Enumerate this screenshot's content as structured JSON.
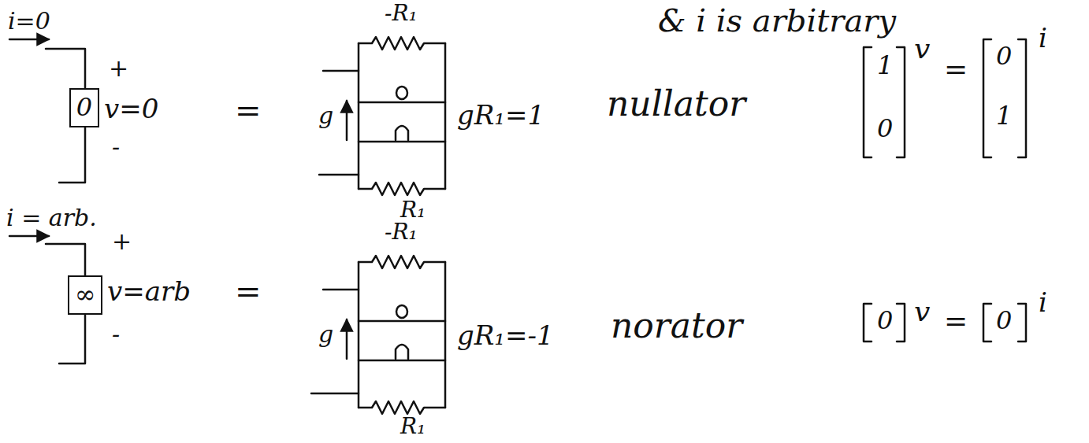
{
  "diagram": {
    "nodes": [
      {
        "text": [
          "0"
        ]
      },
      {
        "text": [
          "∞"
        ]
      }
    ],
    "labels": [
      "& i is arbitrary",
      "i=0",
      "+",
      "v=0",
      "-",
      "=",
      "-R₁",
      "g",
      "R₁",
      "gR₁=1",
      "nullator",
      "1",
      "0",
      "v",
      "=",
      "0",
      "1",
      "i",
      "i = arb.",
      "+",
      "v=arb",
      "-",
      "=",
      "-R₁",
      "g",
      "R₁",
      "gR₁=-1",
      "norator",
      "0",
      "v",
      "=",
      "0",
      "i"
    ]
  }
}
